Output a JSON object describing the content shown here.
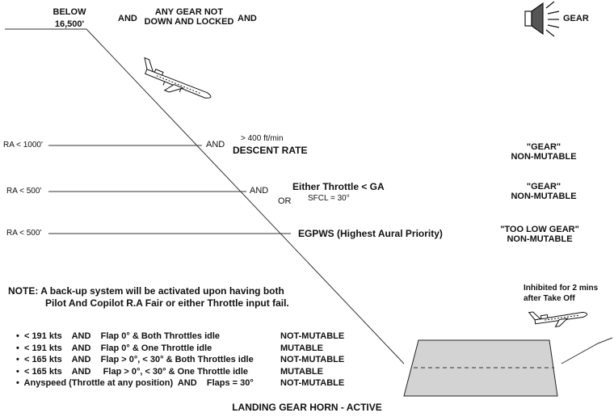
{
  "top": {
    "below_line1": "BELOW",
    "below_line2": "16,500'",
    "and1": "AND",
    "gear_line1": "ANY GEAR NOT",
    "gear_line2": "DOWN AND LOCKED",
    "and2": "AND",
    "speaker_label": "GEAR"
  },
  "ra1000": {
    "label": "RA < 1000'",
    "and": "AND",
    "rate_value": "> 400 ft/min",
    "rate_label": "DESCENT RATE",
    "alert_line1": "\"GEAR\"",
    "alert_line2": "NON-MUTABLE"
  },
  "ra500a": {
    "label": "RA < 500'",
    "and": "AND",
    "or": "OR",
    "cond1": "Either Throttle < GA",
    "cond2": "SFCL = 30°",
    "alert_line1": "\"GEAR\"",
    "alert_line2": "NON-MUTABLE"
  },
  "ra500b": {
    "label": "RA < 500'",
    "cond": "EGPWS (Highest Aural Priority)",
    "alert_line1": "\"TOO LOW GEAR\"",
    "alert_line2": "NON-MUTABLE"
  },
  "note": {
    "line1": "NOTE:  A back-up system will be activated upon having both",
    "line2": "Pilot And Copilot R.A Fair or either Throttle input fail."
  },
  "inhibit": {
    "line1": "Inhibited for 2 mins",
    "line2": "after Take Off"
  },
  "bullets": [
    {
      "text": "•  < 191 kts    AND    Flap 0° & Both Throttles idle",
      "status": "NOT-MUTABLE"
    },
    {
      "text": "•  < 191 kts    AND    Flap 0° & One Throttle idle",
      "status": "MUTABLE"
    },
    {
      "text": "•  < 165 kts    AND    Flap > 0°, < 30° & Both Throttles idle",
      "status": "NOT-MUTABLE"
    },
    {
      "text": "•  < 165 kts    AND     Flap > 0°, < 30° & One Throttle idle",
      "status": "MUTABLE"
    },
    {
      "text": "•  Anyspeed (Throttle at any position)  AND    Flaps = 30°",
      "status": "NOT-MUTABLE"
    }
  ],
  "footer": {
    "title": "LANDING GEAR HORN - ACTIVE"
  },
  "icons": {
    "speaker": "speaker-icon",
    "aircraft": "aircraft-icon",
    "runway": "runway-icon"
  }
}
